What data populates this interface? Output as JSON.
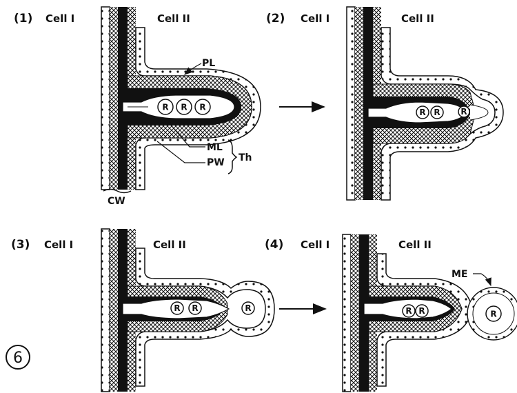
{
  "panels": [
    {
      "num": "(1)",
      "cell_a": "Cell I",
      "cell_b": "Cell II"
    },
    {
      "num": "(2)",
      "cell_a": "Cell I",
      "cell_b": "Cell II"
    },
    {
      "num": "(3)",
      "cell_a": "Cell I",
      "cell_b": "Cell II"
    },
    {
      "num": "(4)",
      "cell_a": "Cell I",
      "cell_b": "Cell II"
    }
  ],
  "labels": {
    "pl": "PL",
    "ml": "ML",
    "pw": "PW",
    "th": "Th",
    "cw": "CW",
    "me": "ME",
    "r": "R"
  },
  "figure_number": "6",
  "colors": {
    "ink": "#111111",
    "paper": "#ffffff"
  }
}
